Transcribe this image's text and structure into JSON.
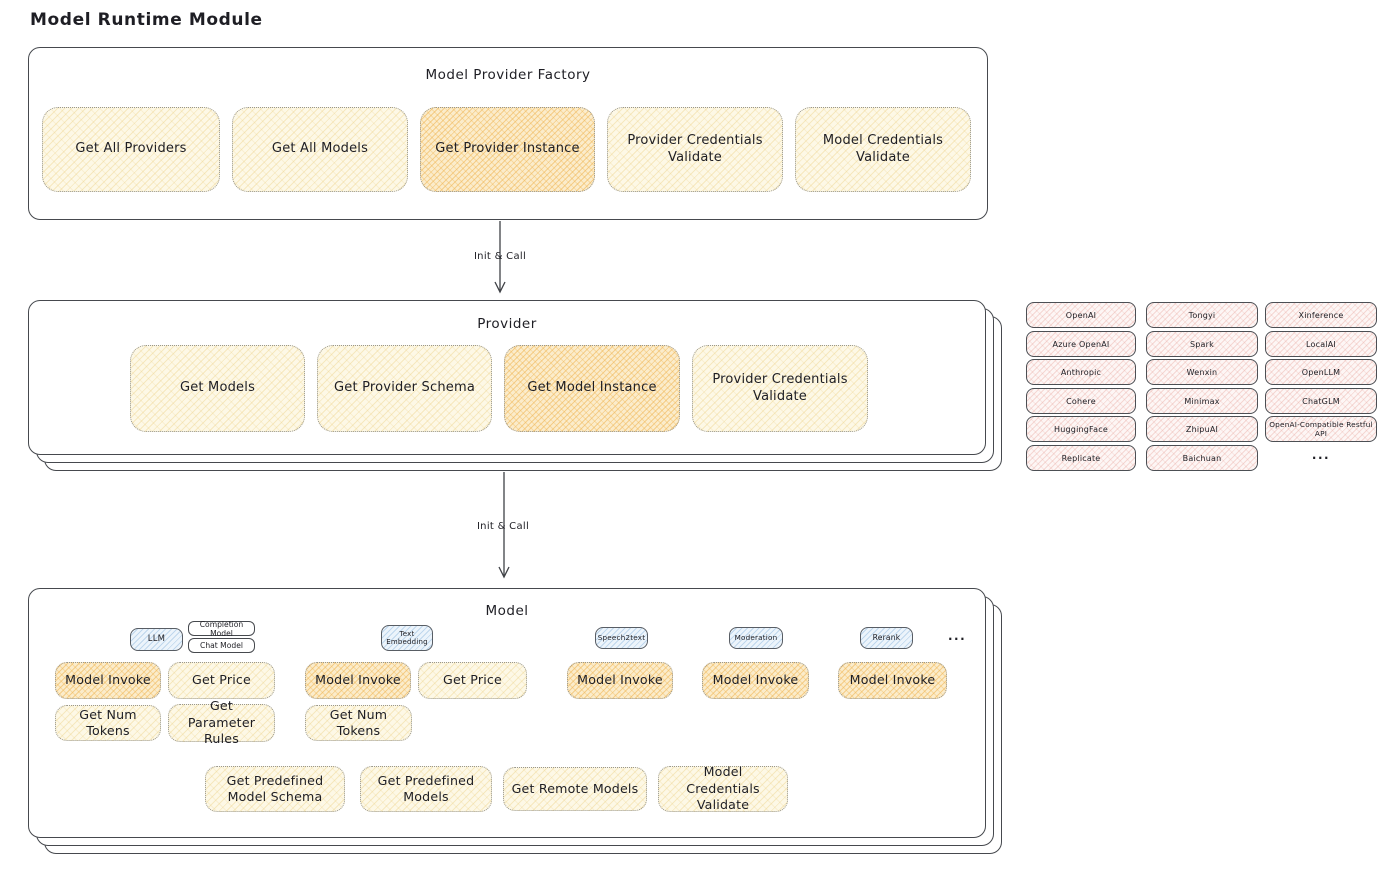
{
  "page_title": "Model Runtime Module",
  "colors": {
    "panel_border": "#46494e",
    "soft_yellow_fill": "#fdf8e6",
    "highlight_orange_fill": "#f8e0ab",
    "provider_pink_fill": "#fbeae8",
    "category_blue_fill": "#dcebf8"
  },
  "factory": {
    "title": "Model Provider Factory",
    "buttons": [
      {
        "label": "Get All Providers",
        "highlighted": false
      },
      {
        "label": "Get All Models",
        "highlighted": false
      },
      {
        "label": "Get Provider Instance",
        "highlighted": true
      },
      {
        "label": "Provider Credentials Validate",
        "highlighted": false
      },
      {
        "label": "Model Credentials Validate",
        "highlighted": false
      }
    ]
  },
  "arrow1": {
    "label": "Init & Call"
  },
  "provider": {
    "title": "Provider",
    "buttons": [
      {
        "label": "Get Models",
        "highlighted": false
      },
      {
        "label": "Get Provider Schema",
        "highlighted": false
      },
      {
        "label": "Get Model Instance",
        "highlighted": true
      },
      {
        "label": "Provider Credentials Validate",
        "highlighted": false
      }
    ]
  },
  "providers_panel": {
    "columns": [
      {
        "items": [
          "OpenAI",
          "Azure OpenAI",
          "Anthropic",
          "Cohere",
          "HuggingFace",
          "Replicate"
        ]
      },
      {
        "items": [
          "Tongyi",
          "Spark",
          "Wenxin",
          "Minimax",
          "ZhipuAI",
          "Baichuan"
        ]
      },
      {
        "items": [
          "Xinference",
          "LocalAI",
          "OpenLLM",
          "ChatGLM",
          "OpenAI-Compatible Restful API"
        ]
      }
    ],
    "more_label": "..."
  },
  "arrow2": {
    "label": "Init & Call"
  },
  "model": {
    "title": "Model",
    "groups": [
      {
        "badge": "LLM",
        "sub_badges": [
          "Completion Model",
          "Chat Model"
        ],
        "buttons": [
          {
            "label": "Model Invoke",
            "highlighted": true
          },
          {
            "label": "Get Price",
            "highlighted": false
          },
          {
            "label": "Get Num Tokens",
            "highlighted": false
          },
          {
            "label": "Get Parameter Rules",
            "highlighted": false
          }
        ]
      },
      {
        "badge": "Text Embedding",
        "buttons": [
          {
            "label": "Model Invoke",
            "highlighted": true
          },
          {
            "label": "Get Price",
            "highlighted": false
          },
          {
            "label": "Get Num Tokens",
            "highlighted": false
          }
        ]
      },
      {
        "badge": "Speech2text",
        "buttons": [
          {
            "label": "Model Invoke",
            "highlighted": true
          }
        ]
      },
      {
        "badge": "Moderation",
        "buttons": [
          {
            "label": "Model Invoke",
            "highlighted": true
          }
        ]
      },
      {
        "badge": "Rerank",
        "buttons": [
          {
            "label": "Model Invoke",
            "highlighted": true
          }
        ]
      }
    ],
    "more_label": "...",
    "shared_buttons": [
      {
        "label": "Get Predefined Model Schema"
      },
      {
        "label": "Get Predefined Models"
      },
      {
        "label": "Get Remote Models"
      },
      {
        "label": "Model Credentials Validate"
      }
    ]
  }
}
